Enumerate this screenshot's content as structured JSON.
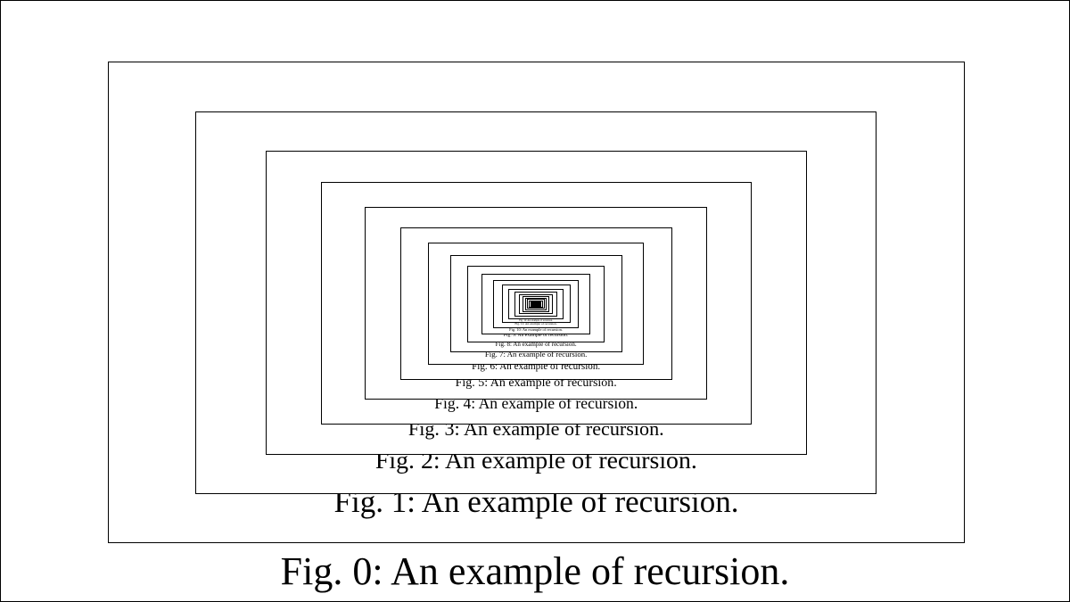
{
  "figure": {
    "captions": [
      "Fig. 0: An example of recursion.",
      "Fig. 1: An example of recursion.",
      "Fig. 2: An example of recursion.",
      "Fig. 3: An example of recursion.",
      "Fig. 4: An example of recursion.",
      "Fig. 5: An example of recursion.",
      "Fig. 6: An example of recursion.",
      "Fig. 7: An example of recursion.",
      "Fig. 8: An example of recursion.",
      "Fig. 9: An example of recursion.",
      "Fig. 10: An example of recursion.",
      "Fig. 11: An example of recursion.",
      "Fig. 12: An example of recursion."
    ],
    "line_color": "#000000",
    "background_color": "#ffffff"
  }
}
